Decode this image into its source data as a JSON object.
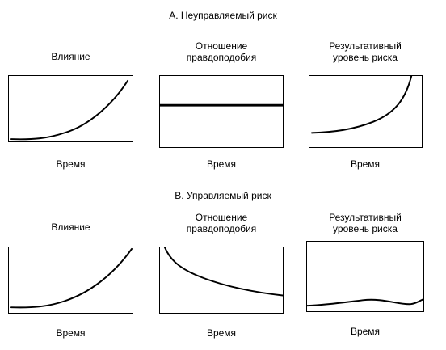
{
  "sections": [
    {
      "title": "А. Неуправляемый риск",
      "panels": [
        {
          "title": "Влияние",
          "xlabel": "Время",
          "trend": "increasing"
        },
        {
          "title": "Отношение\nправдоподобия",
          "xlabel": "Время",
          "trend": "constant"
        },
        {
          "title": "Результативный\nуровень риска",
          "xlabel": "Время",
          "trend": "increasing"
        }
      ]
    },
    {
      "title": "B. Управляемый риск",
      "panels": [
        {
          "title": "Влияние",
          "xlabel": "Время",
          "trend": "increasing"
        },
        {
          "title": "Отношение\nправдоподобия",
          "xlabel": "Время",
          "trend": "decreasing"
        },
        {
          "title": "Результативный\nуровень риска",
          "xlabel": "Время",
          "trend": "flat"
        }
      ]
    }
  ]
}
